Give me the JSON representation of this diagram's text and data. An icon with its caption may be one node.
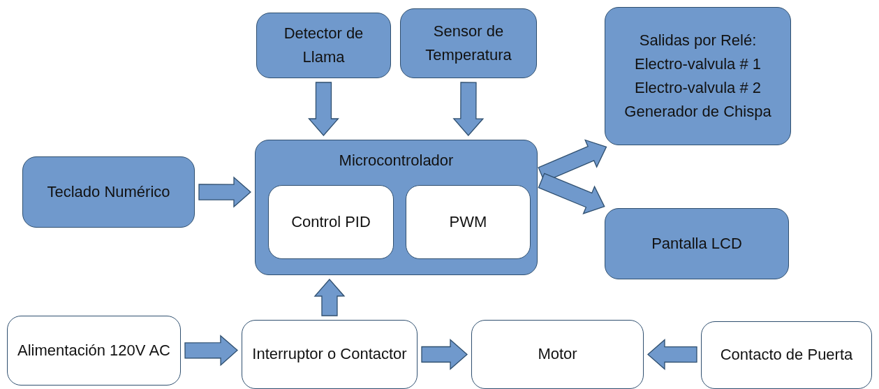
{
  "diagram": {
    "nodes": [
      {
        "text": [
          "Detector de Llama"
        ]
      },
      {
        "text": [
          "Sensor de Temperatura"
        ]
      },
      {
        "text": [
          "Salidas por Relé:",
          "Electro-valvula # 1",
          "Electro-valvula # 2",
          "Generador de Chispa"
        ]
      },
      {
        "text": [
          "Teclado Numérico"
        ]
      },
      {
        "text": [
          "Microcontrolador"
        ]
      },
      {
        "text": [
          "Control PID"
        ],
        "in": 4
      },
      {
        "text": [
          "PWM"
        ],
        "in": 4
      },
      {
        "text": [
          "Pantalla LCD"
        ]
      },
      {
        "text": [
          "Alimentación 120V AC"
        ]
      },
      {
        "text": [
          "Interruptor o Contactor"
        ]
      },
      {
        "text": [
          "Motor"
        ]
      },
      {
        "text": [
          "Contacto de Puerta"
        ]
      }
    ],
    "edges": [
      {
        "from": 0,
        "to": 4,
        "arrow": "to"
      },
      {
        "from": 1,
        "to": 4,
        "arrow": "to"
      },
      {
        "from": 3,
        "to": 4,
        "arrow": "to"
      },
      {
        "from": 9,
        "to": 4,
        "arrow": "to"
      },
      {
        "from": 4,
        "to": 2,
        "arrow": "to"
      },
      {
        "from": 4,
        "to": 7,
        "arrow": "to"
      },
      {
        "from": 8,
        "to": 9,
        "arrow": "to"
      },
      {
        "from": 9,
        "to": 10,
        "arrow": "to"
      },
      {
        "from": 11,
        "to": 10,
        "arrow": "to"
      }
    ]
  }
}
